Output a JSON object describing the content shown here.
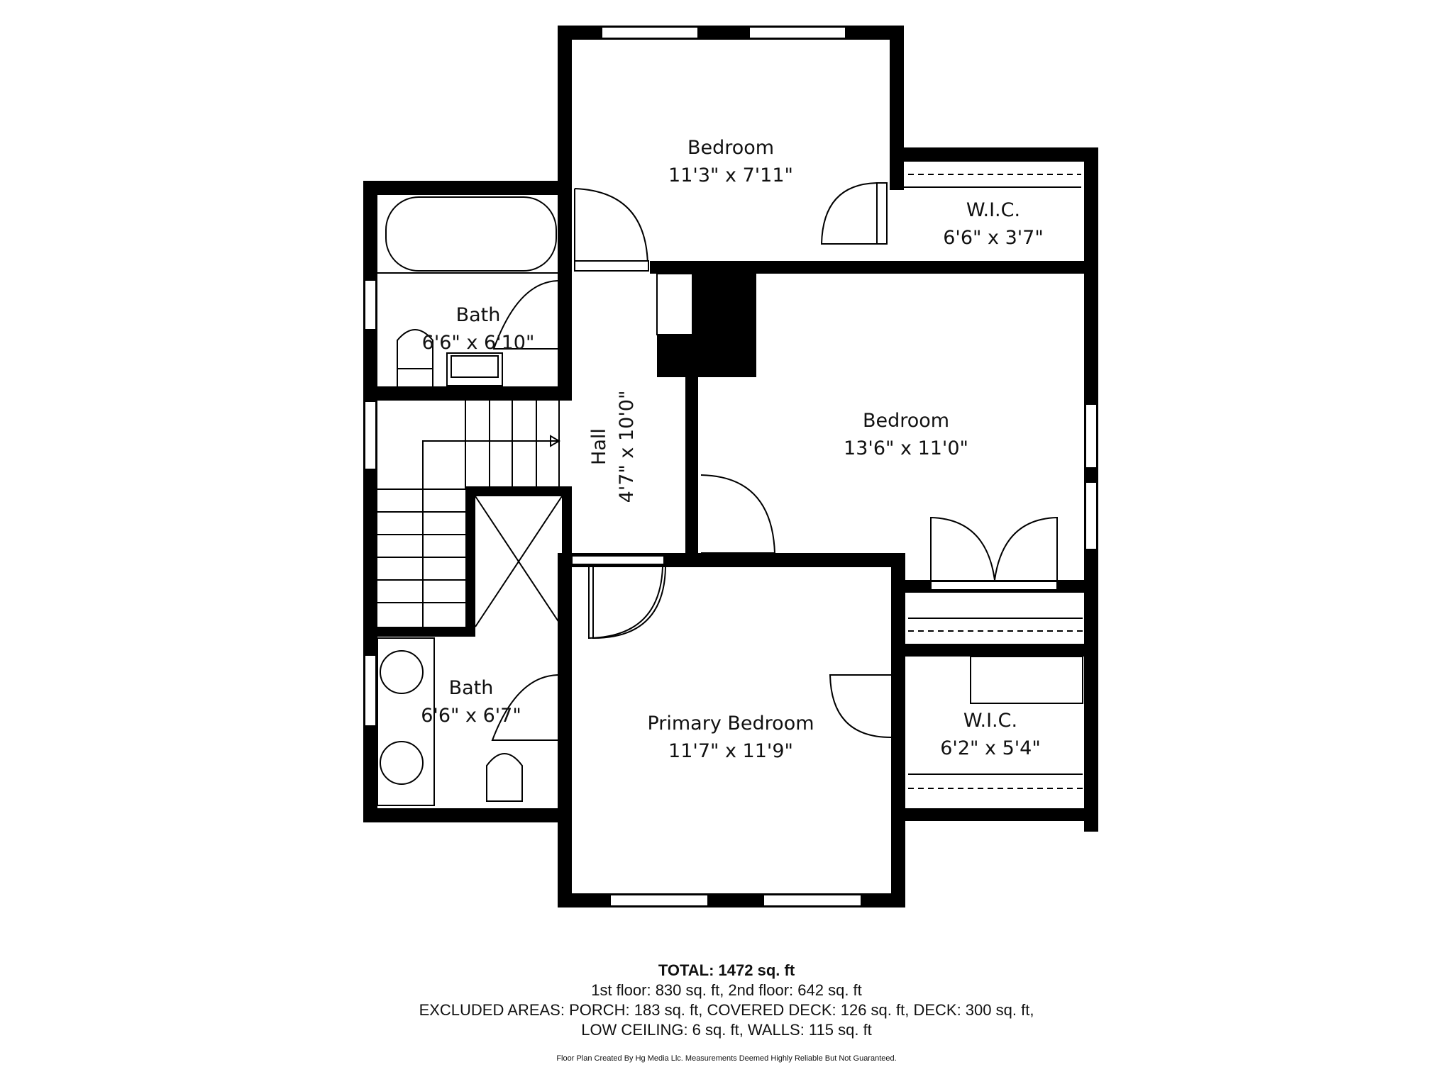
{
  "floor_plan": {
    "wall_color": "#000000",
    "background": "#ffffff",
    "rooms": [
      {
        "id": "bedroom-north",
        "name": "Bedroom",
        "dims": "11'3\" x 7'11\""
      },
      {
        "id": "wic-north",
        "name": "W.I.C.",
        "dims": "6'6\" x 3'7\""
      },
      {
        "id": "bath-upper",
        "name": "Bath",
        "dims": "6'6\" x 6'10\""
      },
      {
        "id": "hall",
        "name": "Hall",
        "dims": "4'7\" x 10'0\""
      },
      {
        "id": "bedroom-east",
        "name": "Bedroom",
        "dims": "13'6\" x 11'0\""
      },
      {
        "id": "bath-lower",
        "name": "Bath",
        "dims": "6'6\" x 6'7\""
      },
      {
        "id": "primary-bedroom",
        "name": "Primary Bedroom",
        "dims": "11'7\" x 11'9\""
      },
      {
        "id": "wic-south",
        "name": "W.I.C.",
        "dims": "6'2\" x 5'4\""
      }
    ]
  },
  "summary": {
    "total": "TOTAL: 1472 sq. ft",
    "floors": "1st floor: 830 sq. ft, 2nd floor: 642 sq. ft",
    "excluded_line1": "EXCLUDED AREAS: PORCH: 183 sq. ft, COVERED DECK: 126 sq. ft, DECK: 300 sq. ft,",
    "excluded_line2": "LOW CEILING: 6 sq. ft, WALLS: 115 sq. ft",
    "credit": "Floor Plan Created By Hg Media Llc. Measurements Deemed Highly Reliable But Not Guaranteed."
  }
}
